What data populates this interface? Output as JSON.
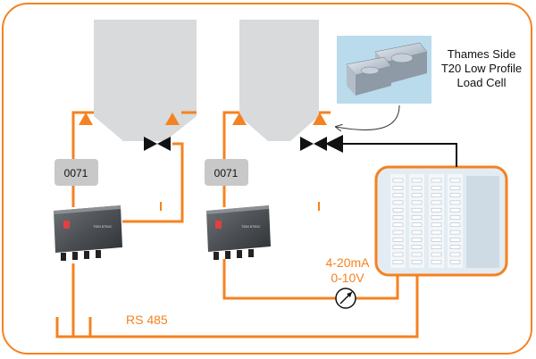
{
  "load_cell_caption": {
    "line1": "Thames Side",
    "line2": "T20 Low Profile",
    "line3": "Load Cell"
  },
  "indicators": [
    {
      "code": "0071"
    },
    {
      "code": "0071"
    }
  ],
  "junction_box": {
    "brand_text": "TDM 8750C"
  },
  "analog_output": {
    "line1": "4-20mA",
    "line2": "0-10V"
  },
  "bus_label": "RS 485",
  "colors": {
    "accent": "#F58220",
    "frame": "#F58220",
    "silo": "#D8DADB",
    "indicator_box": "#C8C8C8",
    "controller_body": "#E3ECF2",
    "valve": "#111111",
    "signal_arrow": "#111111"
  },
  "icons": {
    "load_cell_marker": "triangle-up",
    "valve": "bow-tie",
    "meter": "gauge-with-arrow"
  }
}
